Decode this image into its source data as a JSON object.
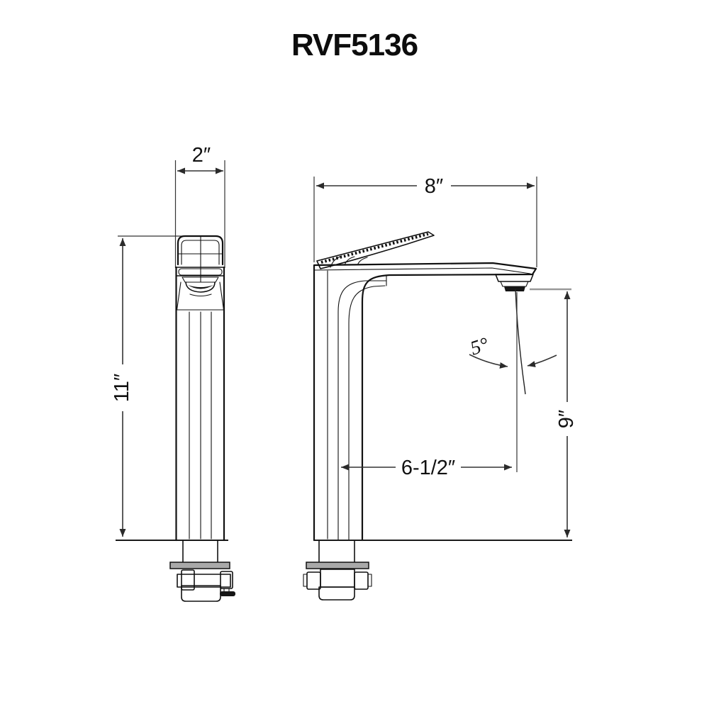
{
  "title": "RVF5136",
  "diagram": {
    "front_view": {
      "width_label": "2″",
      "width_inches": 2,
      "height_label": "11″",
      "height_inches": 11
    },
    "side_view": {
      "width_label": "8″",
      "width_inches": 8,
      "spout_height_label": "9″",
      "spout_height_inches": 9,
      "spout_reach_label": "6-1/2″",
      "spout_reach_inches": 6.5,
      "stream_angle_label": "5°",
      "stream_angle_degrees": 5
    }
  },
  "colors": {
    "background": "#ffffff",
    "line": "#111111",
    "dimension": "#333333",
    "leader_gray": "#999999",
    "washer_gray": "#a9a9a9",
    "text": "#111111"
  }
}
